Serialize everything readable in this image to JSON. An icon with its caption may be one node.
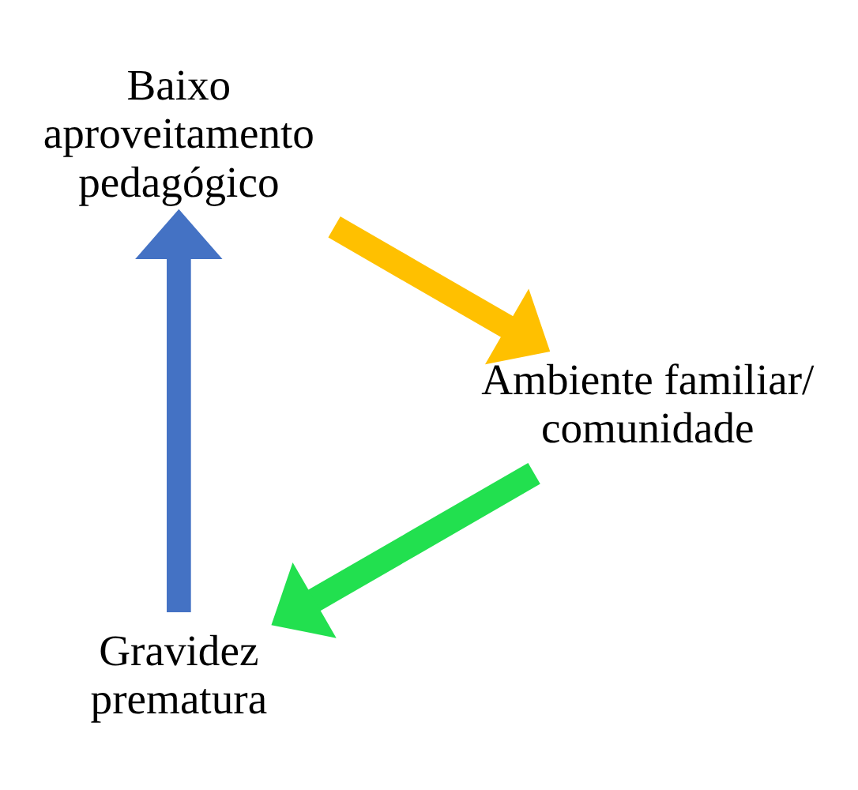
{
  "diagram": {
    "nodes": [
      {
        "text": [
          "Gravidez prematura"
        ]
      },
      {
        "text": [
          "Baixo aproveitamento pedagógico"
        ]
      },
      {
        "text": [
          "Ambiente familiar/ comunidade"
        ]
      }
    ],
    "edges": [
      {
        "from": 0,
        "to": 1,
        "arrow": "to",
        "color": "#4472c4"
      },
      {
        "from": 1,
        "to": 2,
        "arrow": "to",
        "color": "#ffc000"
      },
      {
        "from": 2,
        "to": 0,
        "arrow": "to",
        "color": "#22e04f"
      }
    ]
  }
}
